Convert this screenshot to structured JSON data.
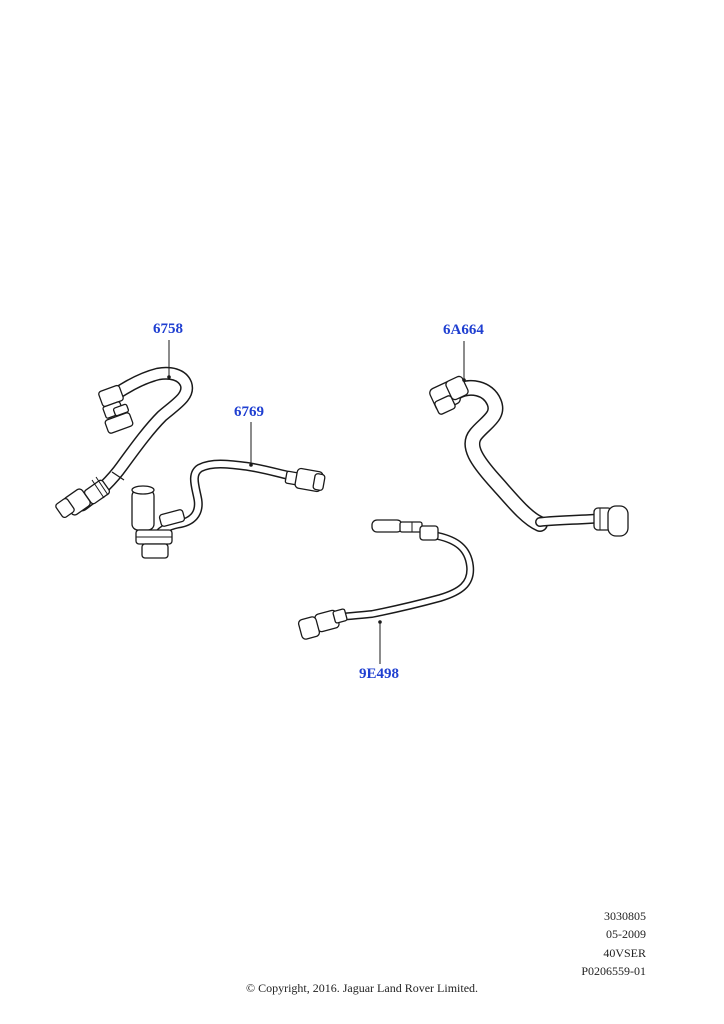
{
  "callouts": {
    "part_6758": "6758",
    "part_6769": "6769",
    "part_6A664": "6A664",
    "part_9E498": "9E498"
  },
  "meta": {
    "code": "3030805",
    "date": "05-2009",
    "series": "40VSER",
    "ref": "P0206559-01"
  },
  "copyright": "© Copyright, 2016. Jaguar Land Rover Limited.",
  "colors": {
    "callout": "#1f3fd1",
    "line": "#1a1a1a"
  }
}
